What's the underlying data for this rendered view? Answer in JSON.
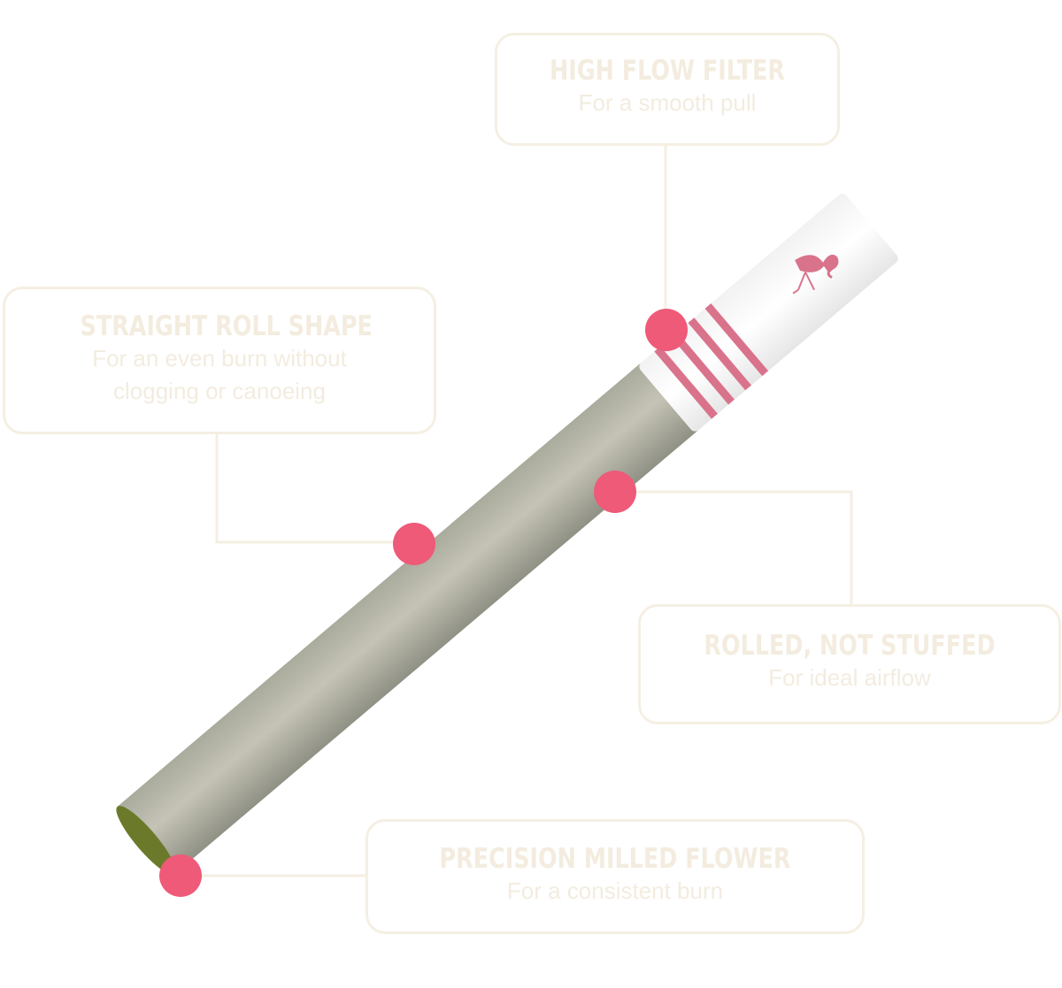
{
  "colors": {
    "accent": "#ee5a78",
    "stripe": "#d9738b",
    "label": "#f3ecdf",
    "border": "#f5efe3"
  },
  "callouts": [
    {
      "title": "HIGH FLOW FILTER",
      "subtitle": "For a smooth pull"
    },
    {
      "title": "STRAIGHT ROLL SHAPE",
      "subtitle": "For an even burn without clogging or canoeing"
    },
    {
      "title": "ROLLED, NOT STUFFED",
      "subtitle": "For ideal airflow"
    },
    {
      "title": "PRECISION MILLED FLOWER",
      "subtitle": "For a consistent burn"
    }
  ]
}
